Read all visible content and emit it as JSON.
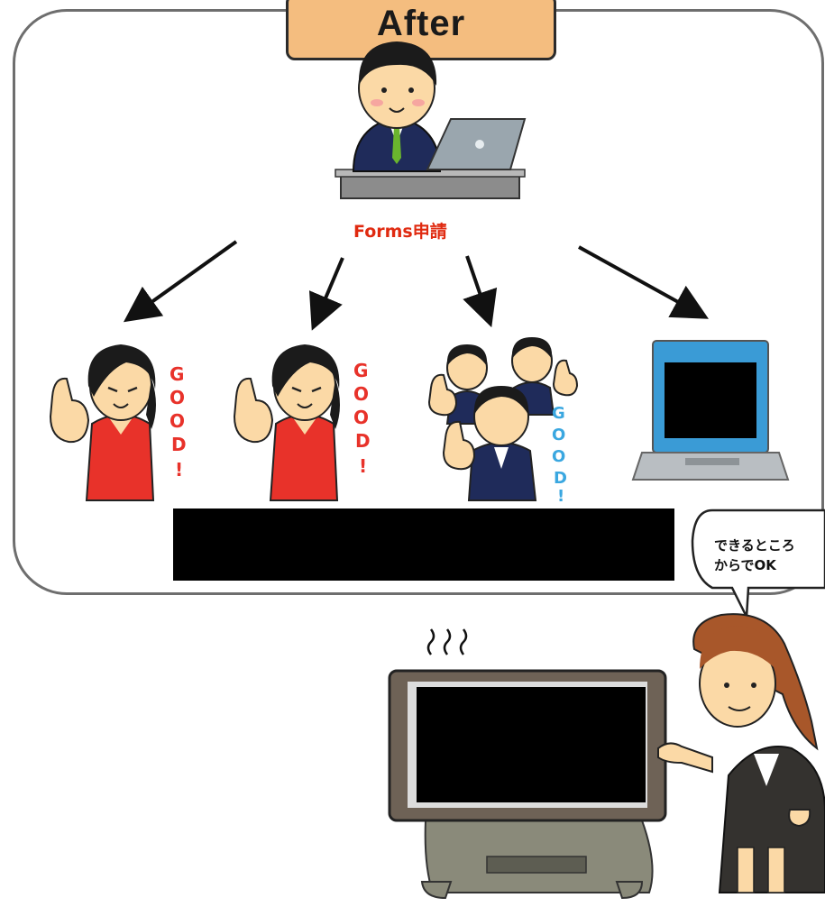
{
  "header": {
    "title": "After"
  },
  "flow": {
    "label": "Forms申請"
  },
  "bubble": {
    "line1": "できるところ",
    "line2": "からでOK"
  },
  "good_badge": "GOOD!",
  "colors": {
    "accent": "#e02a10",
    "tab": "#f4bd7f",
    "frame": "#6e6e6e",
    "good_red": "#e8322a",
    "good_blue": "#3aa7e0"
  }
}
